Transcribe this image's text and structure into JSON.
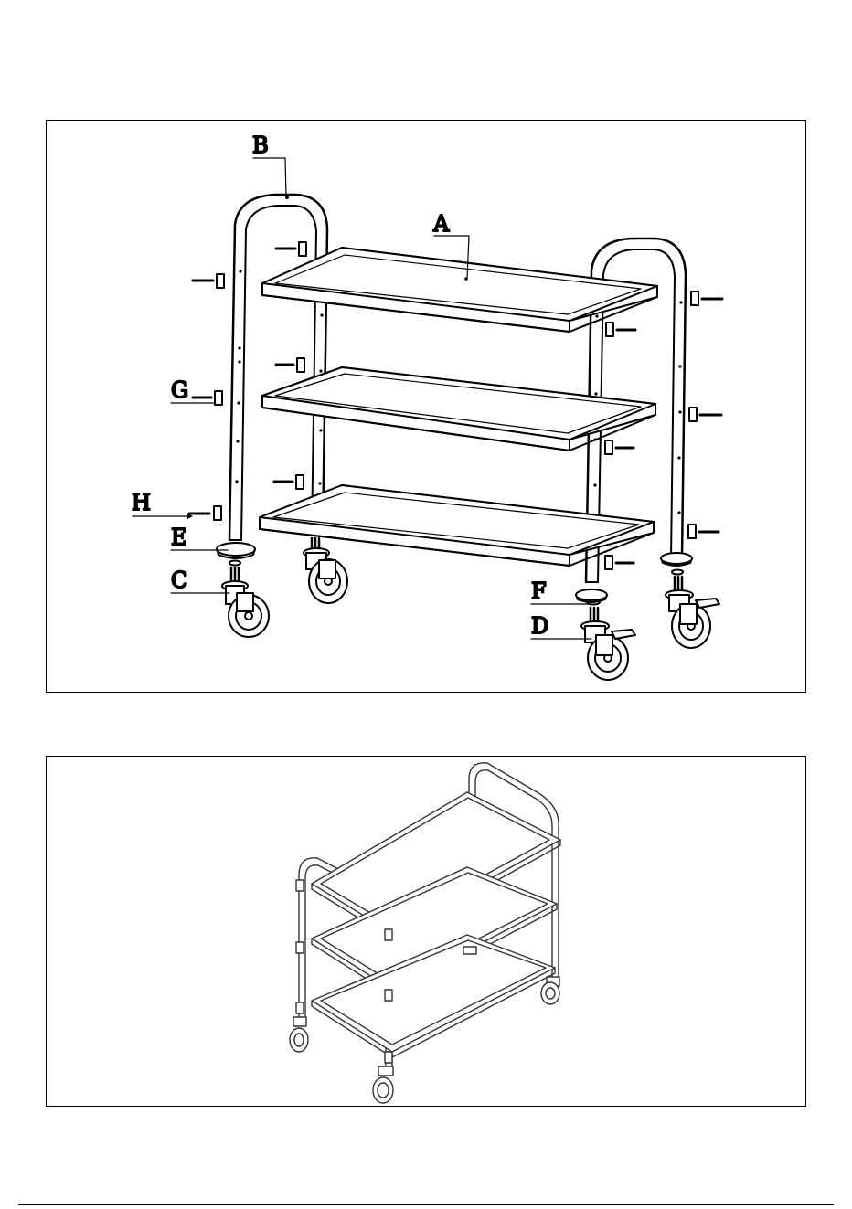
{
  "labels": {
    "a": "A",
    "b": "B",
    "c": "C",
    "d": "D",
    "e": "E",
    "f": "F",
    "g": "G",
    "h": "H"
  },
  "colors": {
    "line": "#000000",
    "background": "#ffffff",
    "tray_fill": "#ffffff",
    "cart_line": "#333333"
  }
}
